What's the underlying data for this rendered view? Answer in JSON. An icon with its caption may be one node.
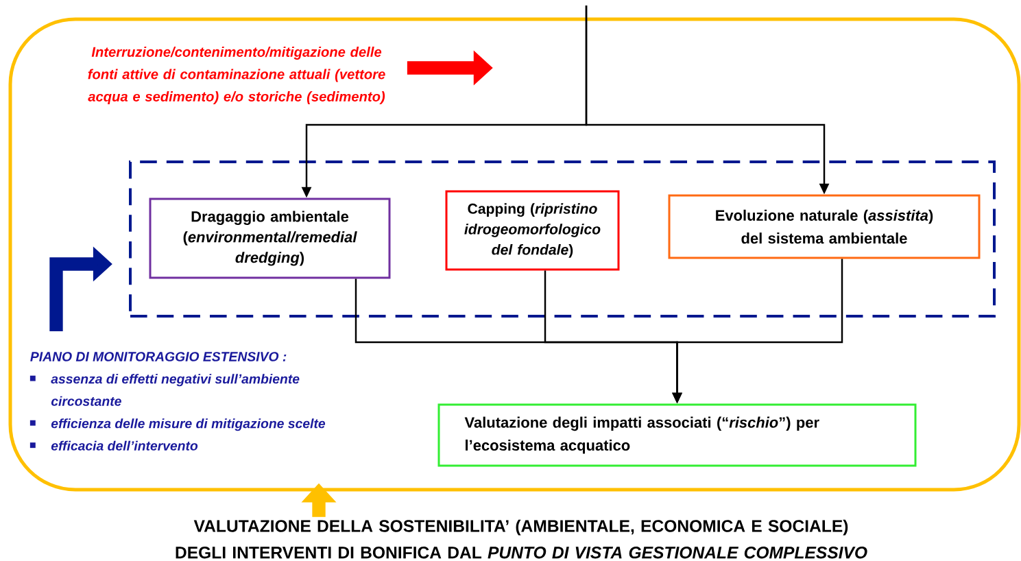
{
  "diagram": {
    "nodes": [
      {
        "text": [],
        "shape": "box"
      },
      {
        "text": [
          "Interruzione/contenimento/mitigazione delle fonti attive di contaminazione attuali (vettore acqua e sedimento) e/o storiche (sedimento)"
        ],
        "in": 0
      },
      {
        "text": [],
        "shape": "box",
        "in": 0
      },
      {
        "text": [
          "Dragaggio ambientale",
          "(*environmental/remedial dredging*)"
        ],
        "in": 2
      },
      {
        "text": [
          "Capping (*ripristino idrogeomorfologico del fondale*)"
        ],
        "in": 2
      },
      {
        "text": [
          "Evoluzione naturale (*assistita*) del sistema ambientale"
        ],
        "in": 2
      },
      {
        "text": [
          "PIANO DI MONITORAGGIO ESTENSIVO :",
          "assenza di effetti negativi sull’ambiente circostante",
          "efficienza delle misure di mitigazione scelte",
          "efficacia dell’intervento"
        ],
        "in": 0
      },
      {
        "text": [
          "Valutazione degli impatti associati (“*rischio*”) per l’ecosistema acquatico"
        ],
        "in": 0
      },
      {
        "text": [
          "VALUTAZIONE DELLA SOSTENIBILITA’ (AMBIENTALE, ECONOMICA E SOCIALE) DEGLI INTERVENTI DI BONIFICA DAL *PUNTO DI VISTA GESTIONALE COMPLESSIVO*"
        ]
      }
    ],
    "edges": [
      {
        "from": null,
        "to": 3,
        "arrow": "to"
      },
      {
        "from": null,
        "to": 5,
        "arrow": "to"
      },
      {
        "from": 3,
        "to": 7,
        "arrow": "to"
      },
      {
        "from": 4,
        "to": 7,
        "arrow": "to"
      },
      {
        "from": 5,
        "to": 7,
        "arrow": "to"
      },
      {
        "from": 1,
        "to": null,
        "arrow": "to",
        "style": "thick",
        "color": "#ff0000"
      },
      {
        "from": 6,
        "to": 2,
        "arrow": "to",
        "style": "thick",
        "color": "#00188f"
      },
      {
        "from": 8,
        "to": 0,
        "arrow": "to",
        "style": "thick",
        "color": "#ffc000"
      }
    ]
  }
}
